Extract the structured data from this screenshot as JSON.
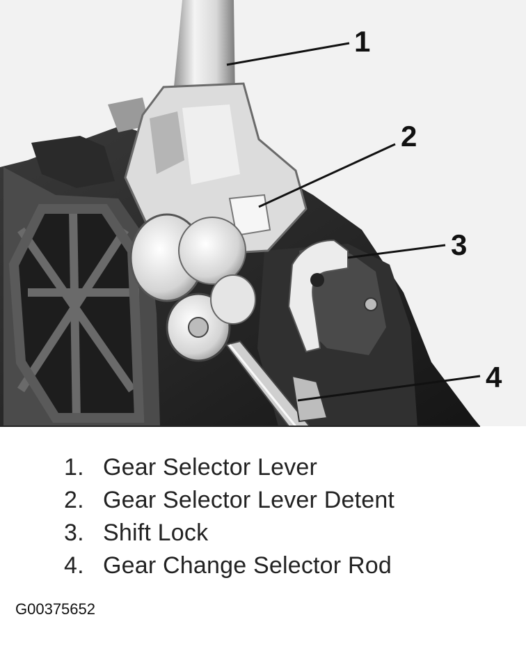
{
  "callouts": [
    {
      "number": "1",
      "label": "Gear Selector Lever"
    },
    {
      "number": "2",
      "label": "Gear Selector Lever Detent"
    },
    {
      "number": "3",
      "label": "Shift Lock"
    },
    {
      "number": "4",
      "label": "Gear Change Selector Rod"
    }
  ],
  "legend": [
    {
      "number": "1.",
      "label": "Gear Selector Lever"
    },
    {
      "number": "2.",
      "label": "Gear Selector Lever Detent"
    },
    {
      "number": "3.",
      "label": "Shift Lock"
    },
    {
      "number": "4.",
      "label": "Gear Change Selector Rod"
    }
  ],
  "figure_id": "G00375652"
}
